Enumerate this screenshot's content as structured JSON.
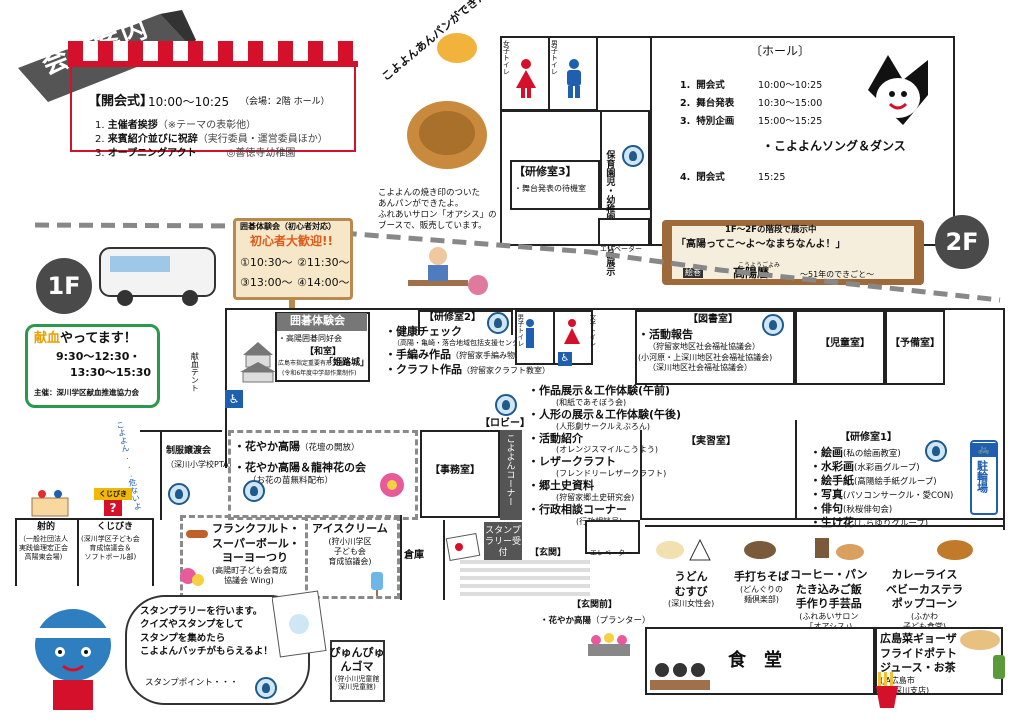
{
  "banner": {
    "title": "会場案内"
  },
  "opening": {
    "heading": "【開会式】",
    "time": "10:00～10:25",
    "place": "（会場：2階 ホール）",
    "items": [
      {
        "n": "1.",
        "label": "主催者挨拶",
        "note": "（※テーマの表彰他）"
      },
      {
        "n": "2.",
        "label": "来賓紹介並びに祝辞",
        "note": "（実行委員・運営委員ほか）"
      },
      {
        "n": "3.",
        "label": "オープニングアクト",
        "note": "◎善徳寺幼稚園"
      }
    ]
  },
  "anpan": {
    "title": "こよよんあんパンができたよ",
    "desc": [
      "こよよんの焼き印のついた",
      "あんパンができたよ。",
      "ふれあいサロン「オアシス」の",
      "ブースで、販売しています。"
    ]
  },
  "floors": {
    "f1": "1F",
    "f2": "2F"
  },
  "f2": {
    "toilet_w": "女子トイレ",
    "toilet_m": "男子トイレ",
    "kenshu3": {
      "name": "【研修室3】",
      "note": "・舞台発表の待機室"
    },
    "hoiku": "保育園児・幼稚園児の作品展示",
    "elevator": "エレベーター",
    "hall": {
      "name": "〔ホール〕",
      "program": [
        {
          "n": "1.",
          "label": "開会式",
          "time": "10:00～10:25"
        },
        {
          "n": "2.",
          "label": "舞台発表",
          "time": "10:30～15:00"
        },
        {
          "n": "3.",
          "label": "特別企画",
          "time": "15:00～15:25"
        },
        {
          "n": "4.",
          "label": "閉会式",
          "time": "15:25"
        }
      ],
      "special": "・こよよんソング＆ダンス"
    },
    "scroll": {
      "top": "1F～2Fの階段で展示中",
      "main": "「高陽ってこ～よ～なまちなんよ！」",
      "sub": "高陽暦",
      "ruby": "こうようごよみ",
      "tail": "～51年のできごと～",
      "left": "絵巻"
    }
  },
  "igo_sign": {
    "title": "囲碁体験会（初心者対応）",
    "welcome": "初心者大歓迎!!",
    "times": [
      "①10:30～",
      "②11:30～",
      "③13:00～",
      "④14:00～"
    ]
  },
  "blood": {
    "title_a": "献血",
    "title_b": "やってます！",
    "line1": "9:30～12:30・",
    "line2": "13:30～15:30",
    "org": "主催：深川学区献血推進協力会",
    "tent": "献血テント"
  },
  "f1": {
    "igo_room": {
      "name": "囲碁体験会",
      "org": "・高陽囲碁同好会"
    },
    "washitsu": {
      "name": "【和室】",
      "l1": "広島市指定重要有形文化財",
      "l2": "「姫路城」",
      "l3": "(令和6年度中学部作業制作)"
    },
    "kenshu2": {
      "name": "【研修室2】",
      "items": [
        {
          "label": "・健康チェック",
          "org": "（高陽・亀崎・落合地域包括支援センター）"
        },
        {
          "label": "・手編み作品",
          "org": "（狩留家手編み物教室）"
        },
        {
          "label": "・クラフト作品",
          "org": "（狩留家クラフト教室）"
        }
      ]
    },
    "toilet_m": "男子トイレ",
    "toilet_w": "女子トイレ",
    "tosho": {
      "name": "【図書室】",
      "label": "・活動報告",
      "orgs": [
        "（狩留家地区社会福祉協議会）",
        "(小河原・上深川地区社会福祉協議会)",
        "（深川地区社会福祉協議会）"
      ]
    },
    "jido": "【児童室】",
    "yobi": "【予備室】",
    "lobby": {
      "name": "【ロビー】",
      "items": [
        {
          "label": "・作品展示＆工作体験(午前)",
          "org": "(和紙であそぼう会)"
        },
        {
          "label": "・人形の展示＆工作体験(午後)",
          "org": "(人形劇サークルえぶろん)"
        },
        {
          "label": "・活動紹介",
          "org": "(オレンジスマイルこうよう)"
        },
        {
          "label": "・レザークラフト",
          "org": "(フレンドリーレザークラフト)"
        },
        {
          "label": "・郷土史資料",
          "org": "(狩留家郷土史研究会)"
        },
        {
          "label": "・行政相談コーナー",
          "org": "(行政相談員)"
        }
      ]
    },
    "koyoyon_corner": "こよよんコーナー",
    "jimu": "【事務室】",
    "jisshu": "【実習室】",
    "kenshu1": {
      "name": "【研修室1】",
      "items": [
        {
          "label": "・絵画",
          "org": "(私の絵画教室)"
        },
        {
          "label": "・水彩画",
          "org": "(水彩画グループ)"
        },
        {
          "label": "・絵手紙",
          "org": "(高陽絵手紙グループ)"
        },
        {
          "label": "・写真",
          "org": "(パソコンサークル・愛CON)"
        },
        {
          "label": "・俳句",
          "org": "(秋桜俳句会)"
        },
        {
          "label": "・生け花",
          "org": "(しらゆりグループ)"
        }
      ]
    },
    "bike": "駐輪場",
    "seifuku": {
      "name": "制服譲渡会",
      "org": "（深川小学校PTA）"
    },
    "hanayaka": [
      {
        "label": "・花やか高陽",
        "org": "（花壇の開放）"
      },
      {
        "label": "・花やか高陽＆龍神花の会",
        "org": "（お花の苗無料配布）"
      }
    ],
    "dangerous": "こよよん...危ないよ",
    "shateki": {
      "name": "射的",
      "org": [
        "（一般社団法人",
        "実践倫理宏正会",
        "高陽東会場)"
      ]
    },
    "kujibiki": {
      "name": "くじびき",
      "org": [
        "(深川学区子ども会",
        "育成協議会＆",
        "ソフトボール部)"
      ]
    },
    "kujibiki_sign": "くじびき",
    "frank": {
      "lines": [
        "フランクフルト・",
        "スーパーボール・",
        "ヨーヨーつり"
      ],
      "org": [
        "(高陽町子ども会育成",
        "協議会 Wing)"
      ]
    },
    "ice": {
      "name": "アイスクリーム",
      "org": [
        "(狩小川学区",
        "子ども会",
        "育成協議会)"
      ]
    },
    "soko": "倉庫",
    "stamp_booth": "スタンプラリー受付",
    "genkan": "【玄関】",
    "elevator": "エレベーター",
    "genkanmae": {
      "name": "【玄関前】",
      "item": "・花やか高陽",
      "org": "（プランター）"
    },
    "pyun": {
      "name": "ぴゅんぴゅんゴマ",
      "org": [
        "(狩小川児童館",
        "深川児童館)"
      ]
    },
    "stamp_bubble": {
      "lines": [
        "スタンプラリーを行います。",
        "クイズやスタンプをして",
        "スタンプを集めたら",
        "こよよんバッチがもらえるよ！"
      ],
      "point": "スタンプポイント・・・"
    },
    "food": [
      {
        "name": [
          "うどん",
          "むすび"
        ],
        "org": [
          "(深川女性会)"
        ]
      },
      {
        "name": [
          "手打ちそば"
        ],
        "org": [
          "(どんぐりの",
          "麺倶楽部)"
        ]
      },
      {
        "name": [
          "コーヒー・パン",
          "たき込みご飯",
          "手作り手芸品"
        ],
        "org": [
          "(ふれあいサロン",
          "「オアシス」)"
        ]
      },
      {
        "name": [
          "カレーライス",
          "ベビーカステラ",
          "ポップコーン"
        ],
        "org": [
          "(ふかわ",
          "子ども食堂)"
        ]
      }
    ],
    "shokudo": "食　堂",
    "gyoza": {
      "name": [
        "広島菜ギョーザ",
        "フライドポテト",
        "ジュース・お茶"
      ],
      "org": [
        "(JA広島市",
        "深川支店)"
      ]
    }
  }
}
